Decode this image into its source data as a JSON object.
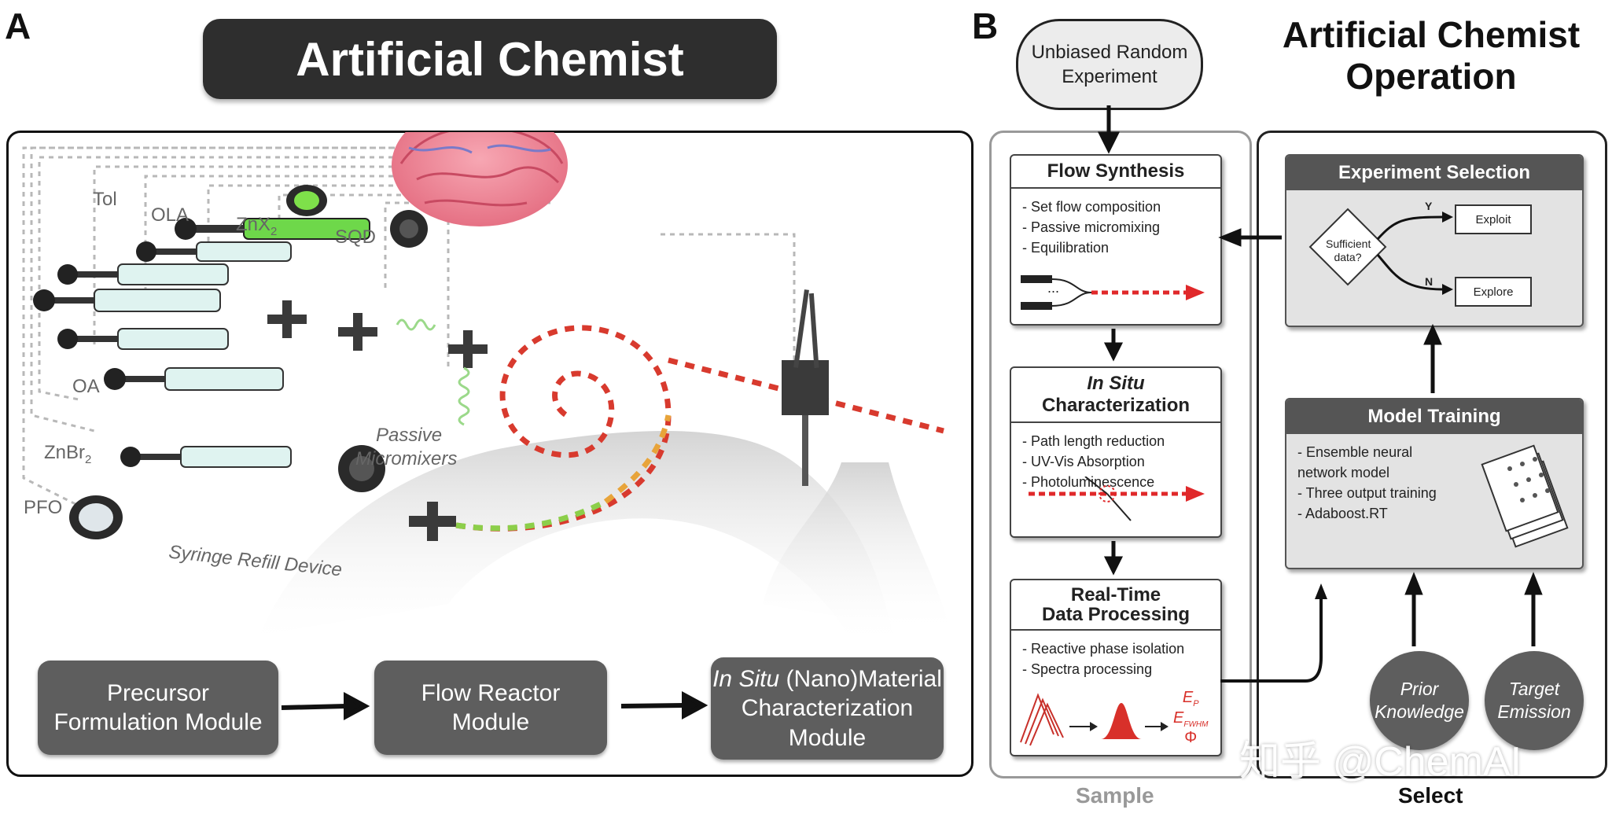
{
  "panel_a": {
    "letter": "A",
    "title": "Artificial Chemist",
    "labels": {
      "tol": "Tol",
      "ola": "OLA",
      "znx2": "ZnX",
      "znx2_sub": "2",
      "sqd": "SQD",
      "oa": "OA",
      "znbr2": "ZnBr",
      "znbr2_sub": "2",
      "pfo": "PFO",
      "passive_1": "Passive",
      "passive_2": "Micromixers",
      "syringe_refill": "Syringe Refill Device"
    },
    "modules": {
      "precursor_1": "Precursor",
      "precursor_2": "Formulation Module",
      "flow_1": "Flow Reactor",
      "flow_2": "Module",
      "insitu_1_em": "In Situ",
      "insitu_1_rest": " (Nano)Material",
      "insitu_2": "Characterization",
      "insitu_3": "Module"
    }
  },
  "panel_b": {
    "letter": "B",
    "start_node_1": "Unbiased Random",
    "start_node_2": "Experiment",
    "title_1": "Artificial Chemist",
    "title_2": "Operation",
    "flow_synthesis": {
      "title": "Flow Synthesis",
      "items": [
        "Set flow composition",
        "Passive micromixing",
        "Equilibration"
      ],
      "dots": "..."
    },
    "in_situ": {
      "title_em": "In Situ",
      "title_rest": " Characterization",
      "items": [
        "Path length reduction",
        "UV-Vis Absorption",
        "Photoluminescence"
      ]
    },
    "realtime": {
      "title_1": "Real-Time",
      "title_2": "Data Processing",
      "items": [
        "Reactive phase isolation",
        "Spectra processing"
      ],
      "out_ep": "E",
      "out_ep_sub": "P",
      "out_fwhm": "E",
      "out_fwhm_sub": "FWHM",
      "out_phi": "Φ"
    },
    "experiment_selection": {
      "title": "Experiment Selection",
      "decision_1": "Sufficient",
      "decision_2": "data?",
      "yes": "Y",
      "no": "N",
      "exploit": "Exploit",
      "explore": "Explore"
    },
    "model_training": {
      "title": "Model Training",
      "items": [
        "Ensemble neural network model",
        "Three output training",
        "Adaboost.RT"
      ]
    },
    "prior_1": "Prior",
    "prior_2": "Knowledge",
    "target_1": "Target",
    "target_2": "Emission",
    "sample_label": "Sample",
    "select_label": "Select"
  },
  "watermark": "知乎 @ChemAI",
  "colors": {
    "dark": "#2e2e2e",
    "module_grey": "#5e5e5e",
    "brain_pink": "#f08a9a",
    "tube_green": "#7ee04a",
    "tube_red": "#d83a2e",
    "arrow_red": "#e0282a"
  }
}
